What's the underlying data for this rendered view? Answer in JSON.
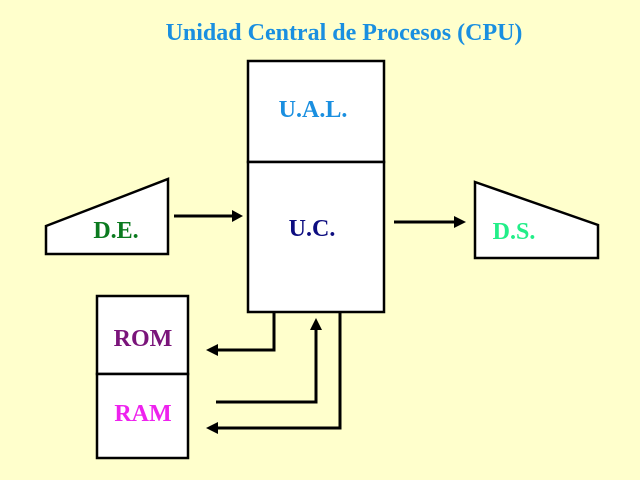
{
  "title": "Unidad Central de Procesos (CPU)",
  "blocks": {
    "ual": "U.A.L.",
    "uc": "U.C.",
    "de": "D.E.",
    "ds": "D.S.",
    "rom": "ROM",
    "ram": "RAM"
  },
  "colors": {
    "background": "#FFFFCC",
    "title": "#1A8FE0",
    "ual": "#1A8FE0",
    "uc": "#0D0D80",
    "de": "#0B7A1F",
    "ds": "#22EE88",
    "rom": "#7A147A",
    "ram": "#EE22EE",
    "stroke": "#000000",
    "fill": "#FFFFFF"
  }
}
